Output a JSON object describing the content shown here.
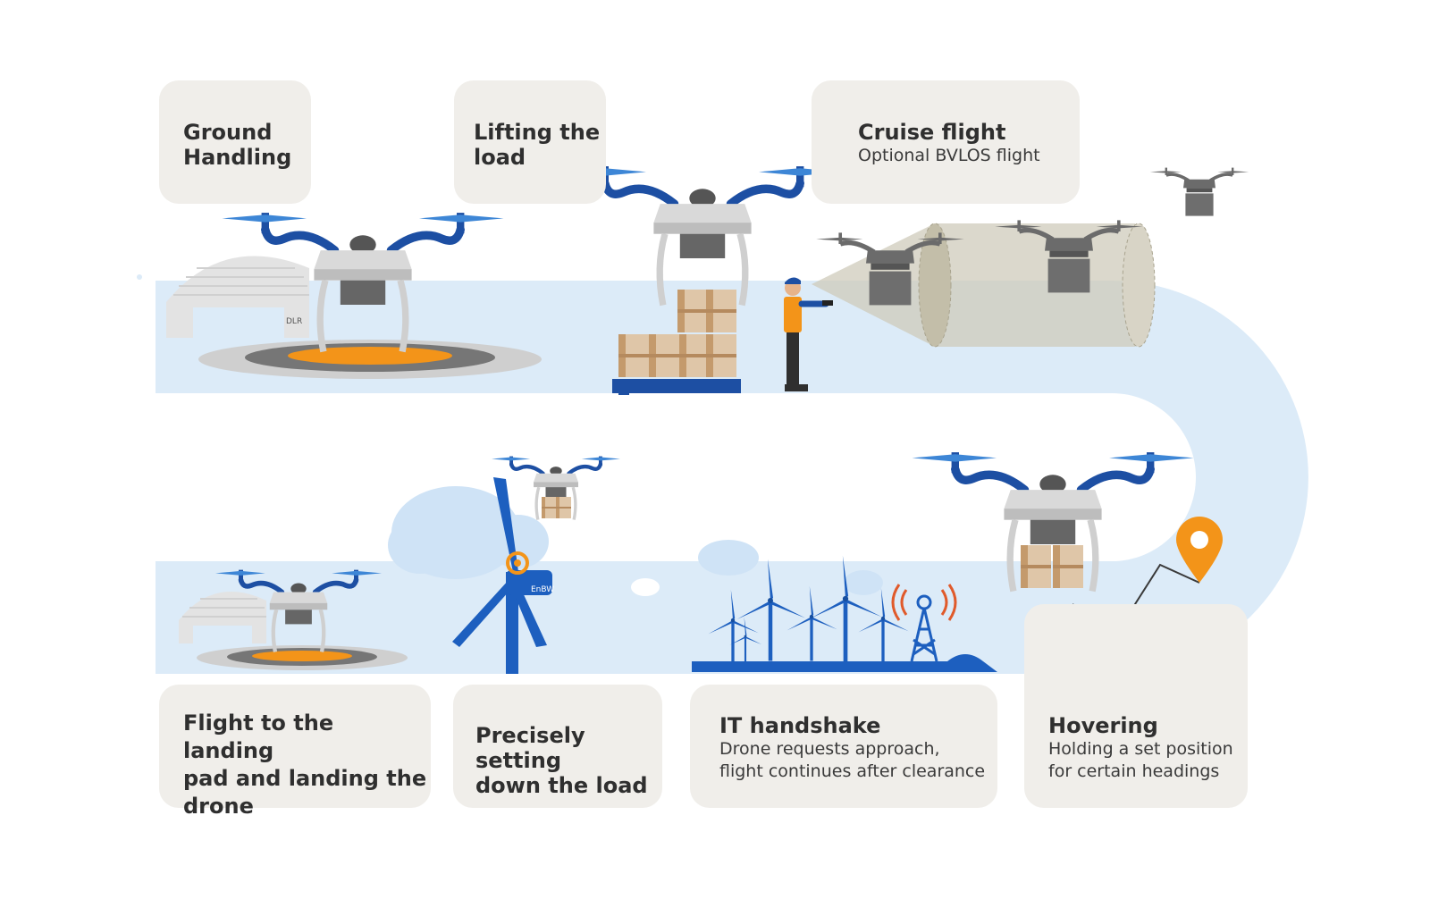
{
  "steps": {
    "ground_handling": {
      "title": "Ground\nHandling"
    },
    "lifting": {
      "title": "Lifting the\nload"
    },
    "cruise": {
      "title": "Cruise flight",
      "sub": "Optional BVLOS flight"
    },
    "landing": {
      "title": "Flight to the landing\npad and landing the\ndrone"
    },
    "setting_down": {
      "title": "Precisely setting\ndown the load"
    },
    "it_handshake": {
      "title": "IT handshake",
      "sub": "Drone requests approach,\nflight continues after clearance"
    },
    "hovering": {
      "title": "Hovering",
      "sub": "Holding a set position\nfor certain headings"
    }
  },
  "hangar_logo_text": "DLR",
  "turbine_label": "EnBW",
  "colors": {
    "path": "#dcebf8",
    "card": "#f0eeea",
    "drone_blue": "#1d4fa3",
    "rotor_blue": "#3d86d6",
    "pad_orange": "#f39419",
    "box_brown": "#c49a6c",
    "corridor": "#cfcbbb"
  }
}
